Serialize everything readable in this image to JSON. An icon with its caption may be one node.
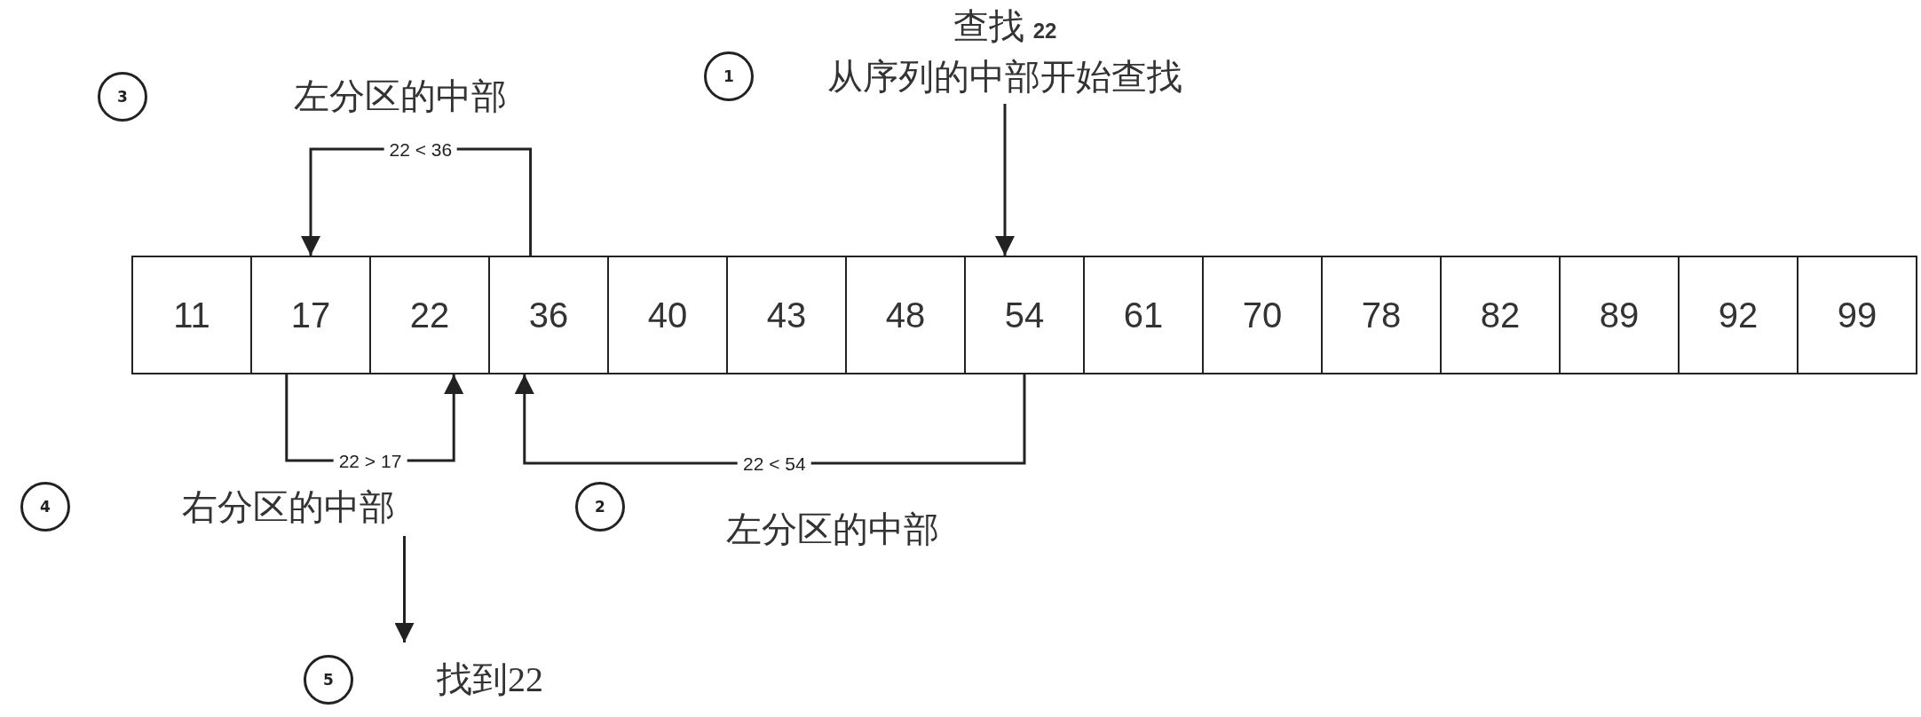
{
  "diagram": {
    "nodes": [
      {
        "text": [
          "11"
        ]
      },
      {
        "text": [
          "17"
        ]
      },
      {
        "text": [
          "22"
        ]
      },
      {
        "text": [
          "36"
        ]
      },
      {
        "text": [
          "40"
        ]
      },
      {
        "text": [
          "43"
        ]
      },
      {
        "text": [
          "48"
        ]
      },
      {
        "text": [
          "54"
        ]
      },
      {
        "text": [
          "61"
        ]
      },
      {
        "text": [
          "70"
        ]
      },
      {
        "text": [
          "78"
        ]
      },
      {
        "text": [
          "82"
        ]
      },
      {
        "text": [
          "89"
        ]
      },
      {
        "text": [
          "92"
        ]
      },
      {
        "text": [
          "99"
        ]
      },
      {
        "text": [
          "1"
        ]
      },
      {
        "text": [
          "2"
        ]
      },
      {
        "text": [
          "3"
        ]
      },
      {
        "text": [
          "4"
        ]
      },
      {
        "text": [
          "5"
        ]
      },
      {
        "text": [
          "查找 **22**",
          "从序列的中部开始查找"
        ]
      },
      {
        "text": [
          "右分区的中部"
        ]
      },
      {
        "text": [
          "找到22"
        ]
      }
    ],
    "edges": [
      {
        "from": 20,
        "to": 7,
        "arrow": "to"
      },
      {
        "from": 7,
        "to": 3,
        "arrow": "to",
        "label": "22 < 54"
      },
      {
        "from": 3,
        "to": 1,
        "arrow": "to",
        "label": "22 < 36"
      },
      {
        "from": 1,
        "to": 2,
        "arrow": "to",
        "label": "22 > 17"
      },
      {
        "from": 21,
        "to": 22,
        "arrow": "to"
      }
    ],
    "labels": [
      "左分区的中部",
      "左分区的中部"
    ]
  }
}
